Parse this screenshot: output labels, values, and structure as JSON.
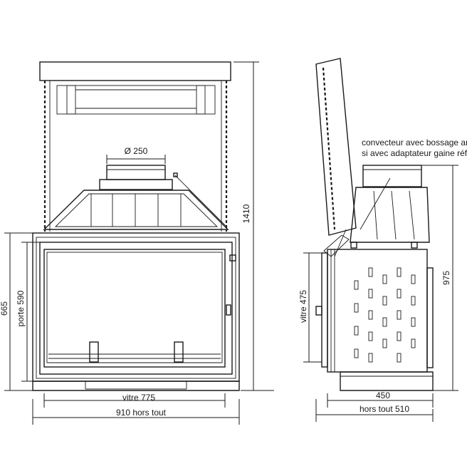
{
  "front_view": {
    "flue_diameter": "Ø 250",
    "glass_width": "vitre 775",
    "overall_width": "910 hors tout",
    "total_height": "1410",
    "height": "665",
    "door_height": "porte 590"
  },
  "side_view": {
    "note_line_1": "convecteur avec bossage ar",
    "note_line_2": "si avec adaptateur gaine réf",
    "glass_height": "vitre 475",
    "height": "975",
    "depth": "450",
    "overall_depth": "hors tout 510"
  }
}
